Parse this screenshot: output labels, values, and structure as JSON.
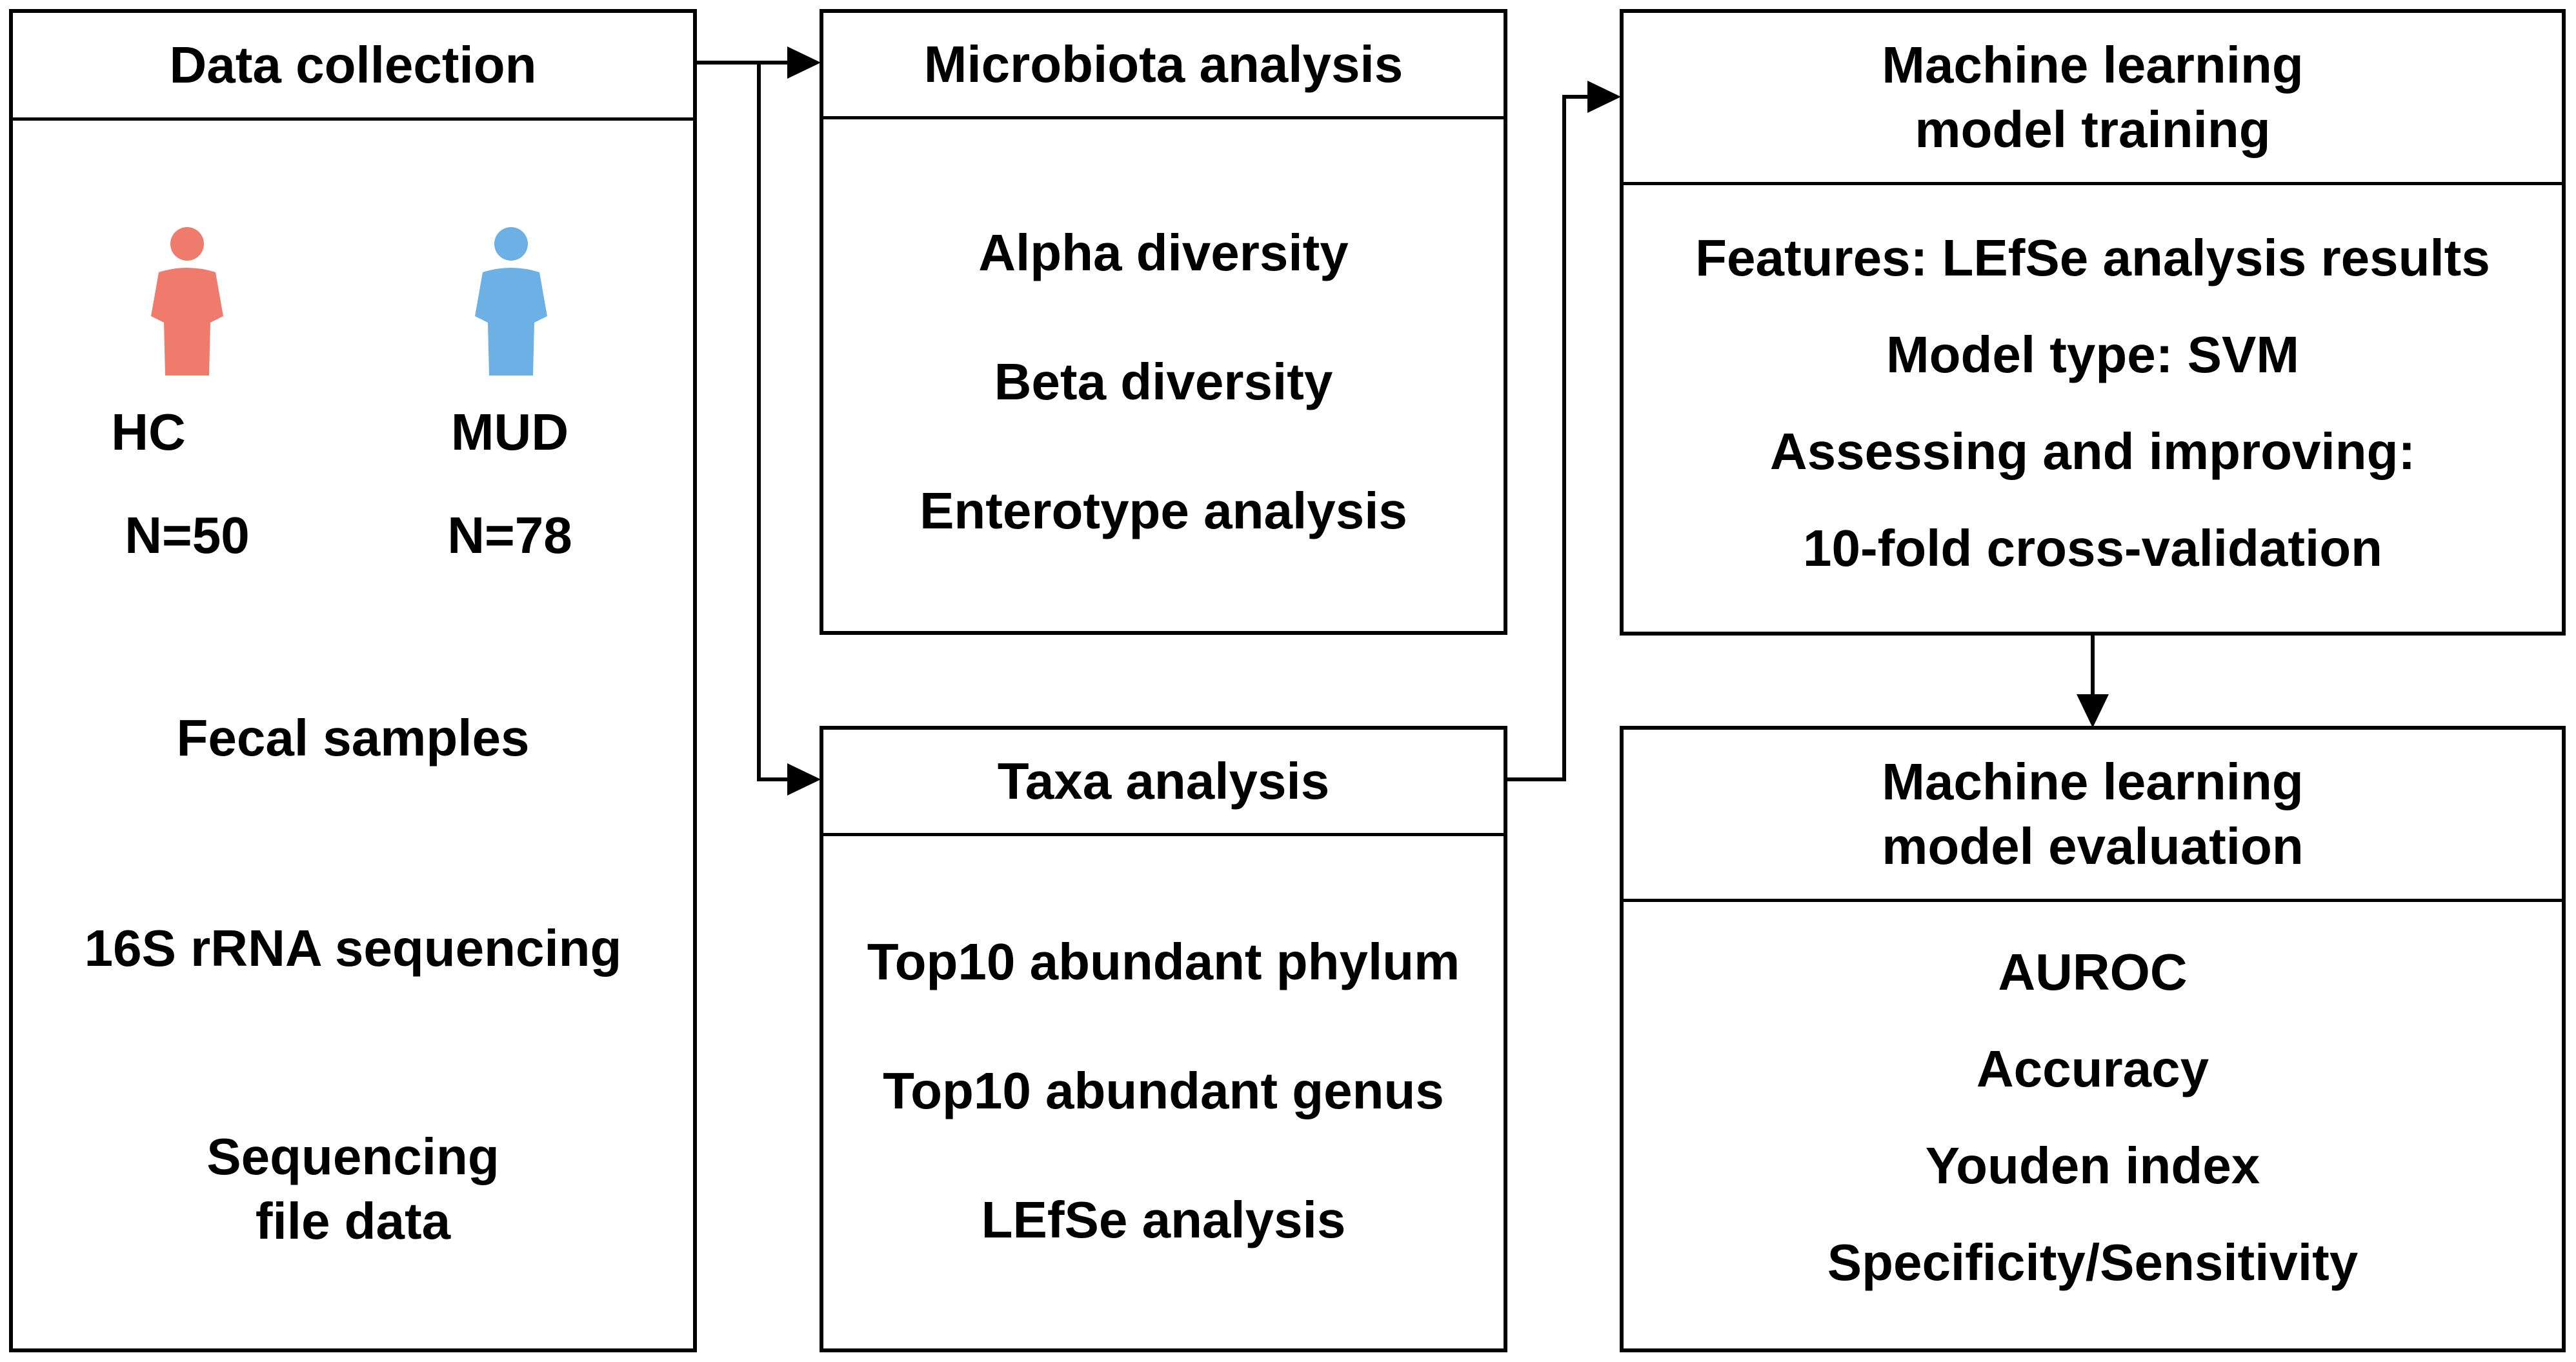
{
  "colors": {
    "line": "#000000",
    "hc_person": "#ef7b6c",
    "mud_person": "#6cb0e6"
  },
  "data_collection": {
    "title": "Data collection",
    "hc": {
      "icon": "person-icon",
      "label": "HC",
      "n": "N=50"
    },
    "mud": {
      "icon": "person-icon",
      "label": "MUD",
      "n": "N=78"
    },
    "steps": [
      "Fecal samples",
      "16S rRNA sequencing",
      "Sequencing\nfile data"
    ]
  },
  "microbiota_analysis": {
    "title": "Microbiota analysis",
    "items": [
      "Alpha diversity",
      "Beta diversity",
      "Enterotype analysis"
    ]
  },
  "taxa_analysis": {
    "title": "Taxa analysis",
    "items": [
      "Top10 abundant phylum",
      "Top10 abundant genus",
      "LEfSe analysis"
    ]
  },
  "ml_training": {
    "title": "Machine learning\nmodel training",
    "items": [
      "Features: LEfSe analysis results",
      "Model type: SVM",
      "Assessing and improving:",
      "10-fold cross-validation"
    ]
  },
  "ml_evaluation": {
    "title": "Machine learning\nmodel evaluation",
    "items": [
      "AUROC",
      "Accuracy",
      "Youden index",
      "Specificity/Sensitivity"
    ]
  }
}
